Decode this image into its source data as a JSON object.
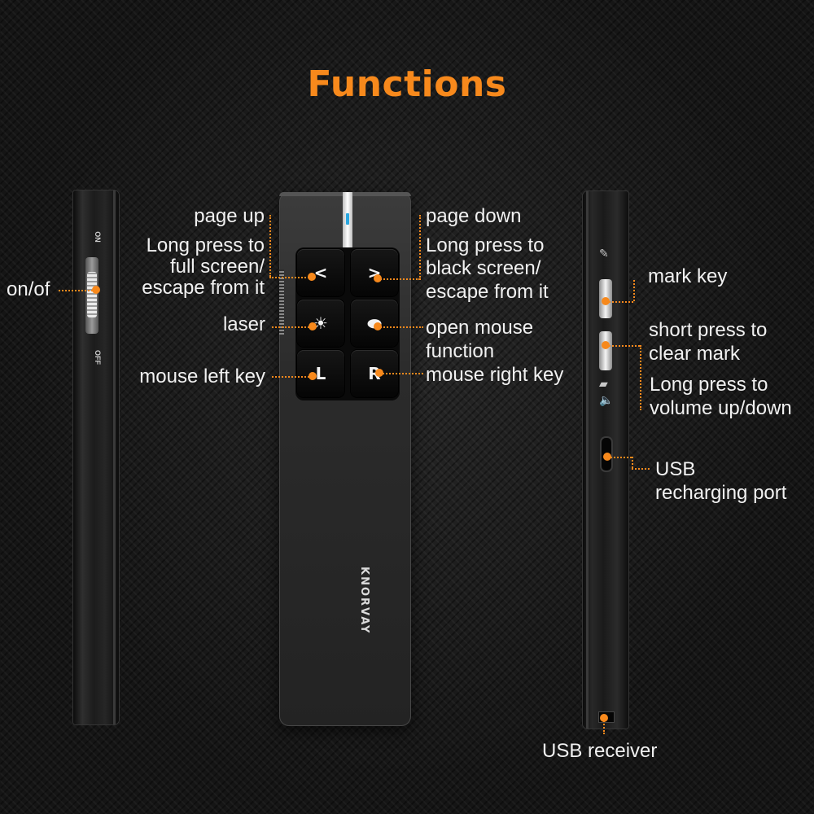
{
  "title": "Functions",
  "brand": "KNORVAY",
  "accent_color": "#f7891c",
  "switch_labels": {
    "on": "ON",
    "off": "OFF"
  },
  "keys": {
    "page_up": "<",
    "page_down": ">",
    "laser": "☀",
    "mouse": "⬬",
    "left": "L",
    "right": "R"
  },
  "icons": {
    "mark": "pen-icon",
    "clear": "eraser-icon",
    "volume": "speaker-icon"
  },
  "labels": {
    "on_off": "on/of",
    "page_up": "page up",
    "full_screen": [
      "Long press to",
      "full screen/",
      "escape from it"
    ],
    "laser": "laser",
    "mouse_left": "mouse left key",
    "page_down": "page down",
    "black_screen": [
      "Long press to",
      "black screen/",
      "escape from it"
    ],
    "open_mouse": [
      "open mouse",
      "function"
    ],
    "mouse_right": "mouse right key",
    "mark_key": "mark key",
    "clear_mark": [
      "short press to",
      "clear mark"
    ],
    "volume": [
      "Long press to",
      "volume up/down"
    ],
    "usb_port": [
      "USB",
      "recharging port"
    ],
    "usb_receiver": "USB receiver"
  }
}
